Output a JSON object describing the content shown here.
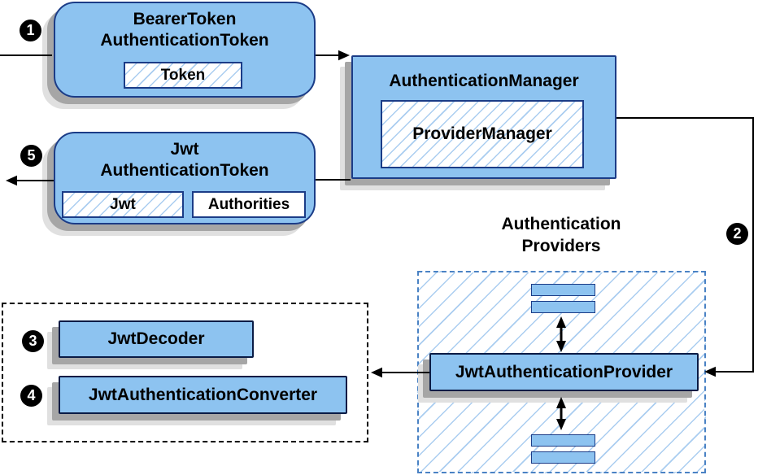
{
  "boxes": {
    "bearer_token": {
      "line1": "BearerToken",
      "line2": "AuthenticationToken",
      "chip": "Token"
    },
    "authentication_manager": {
      "title": "AuthenticationManager",
      "chip": "ProviderManager"
    },
    "jwt_token": {
      "line1": "Jwt",
      "line2": "AuthenticationToken",
      "chip1": "Jwt",
      "chip2": "Authorities"
    }
  },
  "providers": {
    "label_line1": "Authentication",
    "label_line2": "Providers",
    "provider_box": "JwtAuthenticationProvider"
  },
  "converters": {
    "decoder": "JwtDecoder",
    "converter": "JwtAuthenticationConverter"
  },
  "badges": {
    "step1": "1",
    "step2": "2",
    "step3": "3",
    "step4": "4",
    "step5": "5"
  },
  "colors": {
    "box_fill": "#8dc3f0",
    "box_border": "#1b3c87",
    "hatch_line": "#aacdf0",
    "providers_dash_border": "#4a82c4",
    "converters_dash_border": "#000000",
    "connector": "#000000",
    "shadow_near": "#a6a6a6",
    "shadow_far": "#e0e0e0",
    "badge_bg": "#000000",
    "badge_text": "#ffffff"
  }
}
